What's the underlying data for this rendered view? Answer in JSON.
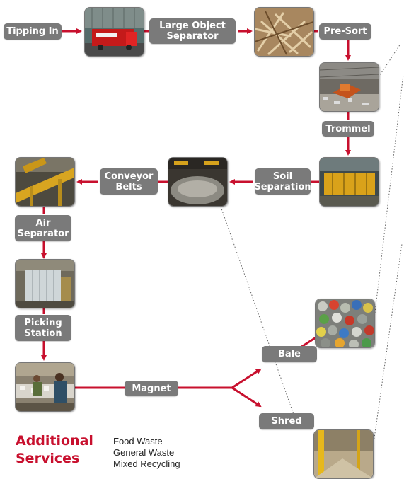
{
  "colors": {
    "arrow": "#c8102e",
    "pill": "#7a7a7a",
    "accent_text": "#c8102e"
  },
  "process": {
    "tipping_in": "Tipping In",
    "large_object_separator": "Large Object Separator",
    "pre_sort": "Pre-Sort",
    "trommel": "Trommel",
    "soil_separation": "Soil Separation",
    "conveyor_belts": "Conveyor Belts",
    "air_separator": "Air Separator",
    "picking_station": "Picking Station",
    "magnet": "Magnet",
    "bale": "Bale",
    "shred": "Shred"
  },
  "photos": [
    "garbage-truck-photo",
    "wood-debris-photo",
    "trommel-loader-photo",
    "trommel-machine-photo",
    "conveyor-belt-photo",
    "overhead-conveyor-photo",
    "air-separator-machine-photo",
    "picking-station-workers-photo",
    "baled-cans-photo",
    "shredded-material-photo"
  ],
  "services": {
    "title": "Additional Services",
    "items": [
      "Food Waste",
      "General Waste",
      "Mixed Recycling"
    ]
  }
}
